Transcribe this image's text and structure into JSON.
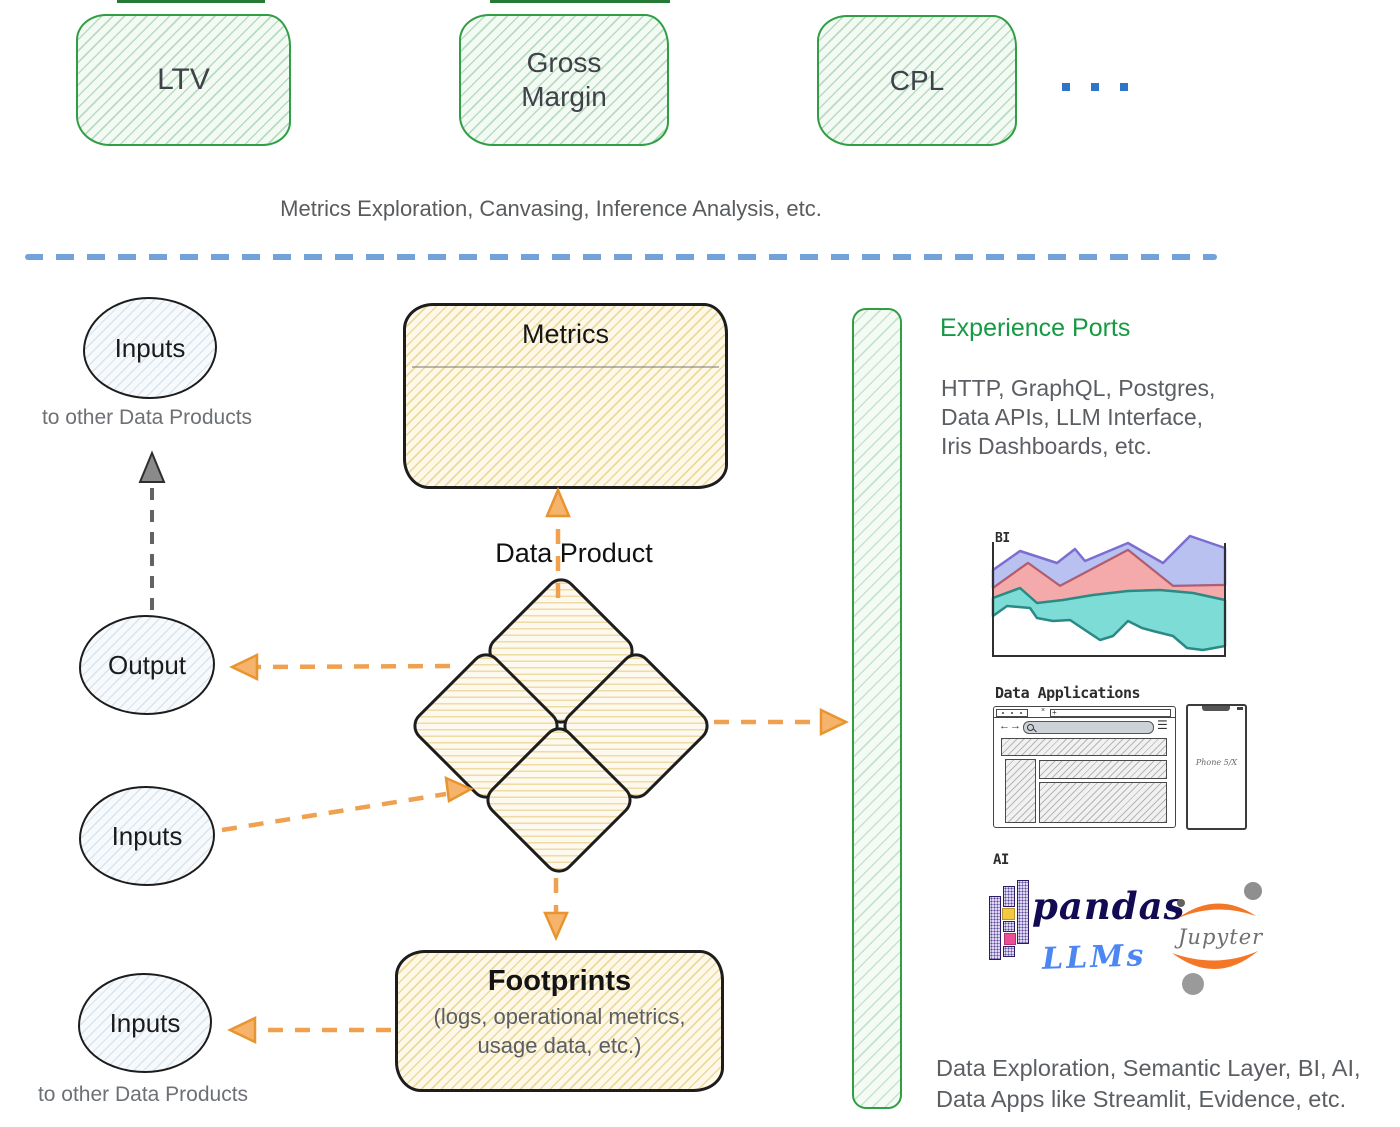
{
  "colors": {
    "green_accent": "#2f9e44",
    "orange_arrow": "#efa14f",
    "blue_divider": "#72a2d8",
    "gray_arrow": "#636363",
    "text_dark": "#1b1b1b",
    "text_gray": "#5b5f63",
    "pandas_navy": "#130a54",
    "llms_blue": "#4b86f2",
    "jupyter_orange": "#f37726"
  },
  "top": {
    "boxes": [
      {
        "label": "LTV"
      },
      {
        "label": "Gross Margin"
      },
      {
        "label": "CPL"
      }
    ],
    "more_indicator": "...",
    "caption": "Metrics Exploration, Canvasing, Inference Analysis, etc."
  },
  "left": {
    "inputs_top": "Inputs",
    "caption_top": "to other Data Products",
    "output": "Output",
    "inputs_mid": "Inputs",
    "inputs_bottom": "Inputs",
    "caption_bottom": "to other Data Products"
  },
  "center": {
    "metrics": "Metrics",
    "data_product": "Data Product",
    "footprints_title": "Footprints",
    "footprints_line1": "(logs, operational metrics,",
    "footprints_line2": "usage data, etc.)"
  },
  "right": {
    "title": "Experience Ports",
    "ports_line1": "HTTP, GraphQL, Postgres,",
    "ports_line2": "Data APIs, LLM Interface,",
    "ports_line3": "Iris Dashboards, etc.",
    "bi_label": "BI",
    "data_apps_label": "Data Applications",
    "phone_label": "Phone 5/X",
    "ai_label": "AI",
    "pandas_label": "pandas",
    "llms_label": "LLMs",
    "jupyter_label": "Jupyter",
    "bottom_line1": "Data Exploration, Semantic Layer, BI, AI,",
    "bottom_line2": "Data Apps like Streamlit, Evidence, etc."
  },
  "bi_chart": {
    "type": "area",
    "note": "hand-drawn stacked stream chart, no axis values shown",
    "series_colors": [
      "#b9c1f0",
      "#f4a9ab",
      "#7edcd6"
    ]
  }
}
